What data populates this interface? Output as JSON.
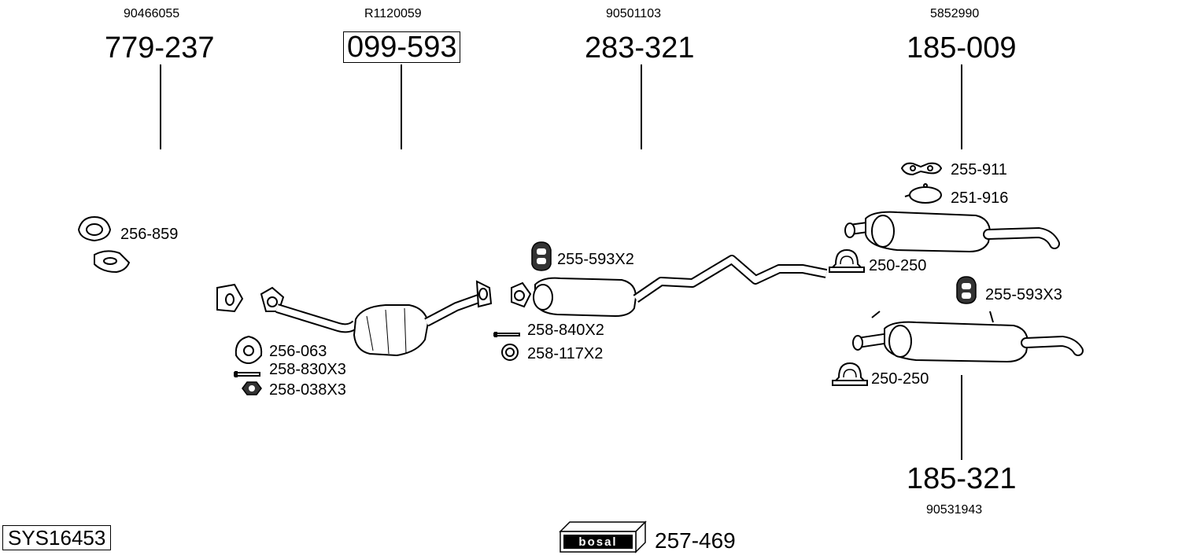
{
  "system_code": "SYS16453",
  "brand": {
    "logo_text": "bosal",
    "kit_number": "257-469"
  },
  "assemblies": [
    {
      "main_number": "779-237",
      "oem_number": "90466055",
      "boxed": false
    },
    {
      "main_number": "099-593",
      "oem_number": "R1120059",
      "boxed": true
    },
    {
      "main_number": "283-321",
      "oem_number": "90501103",
      "boxed": false
    },
    {
      "main_number": "185-009",
      "oem_number": "5852990",
      "boxed": false
    },
    {
      "main_number": "185-321",
      "oem_number": "90531943",
      "boxed": false
    }
  ],
  "fittings": [
    {
      "part": "256-859",
      "icon": "gasket-ring-icon"
    },
    {
      "part": "256-063",
      "icon": "triangle-gasket-icon"
    },
    {
      "part": "258-830X3",
      "icon": "bolt-icon"
    },
    {
      "part": "258-038X3",
      "icon": "nut-icon"
    },
    {
      "part": "255-593X2",
      "icon": "rubber-mount-icon"
    },
    {
      "part": "258-840X2",
      "icon": "bolt-icon"
    },
    {
      "part": "258-117X2",
      "icon": "seal-ring-icon"
    },
    {
      "part": "255-911",
      "icon": "hanger-bracket-icon"
    },
    {
      "part": "251-916",
      "icon": "clamp-band-icon"
    },
    {
      "part": "250-250",
      "icon": "pipe-clamp-icon"
    },
    {
      "part": "255-593X3",
      "icon": "rubber-mount-icon"
    },
    {
      "part": "250-250",
      "icon": "pipe-clamp-icon"
    }
  ]
}
